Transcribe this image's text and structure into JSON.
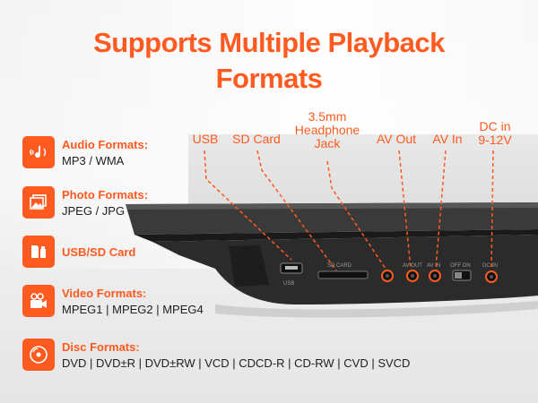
{
  "header": {
    "line1": "Supports Multiple Playback",
    "line2": "Formats"
  },
  "ports": [
    {
      "label": "USB"
    },
    {
      "label": "SD Card"
    },
    {
      "label": "3.5mm\nHeadphone\nJack"
    },
    {
      "label": "AV Out"
    },
    {
      "label": "AV In"
    },
    {
      "label": "DC in\n9-12V"
    }
  ],
  "device_text": {
    "usb": "USB",
    "sd": "SD CARD",
    "av_out": "AV OUT",
    "av_in": "AV IN",
    "off_on": "OFF ON",
    "dc": "DC 9V"
  },
  "features": [
    {
      "icon": "music-icon",
      "title": "Audio Formats:",
      "value": "MP3 / WMA"
    },
    {
      "icon": "photo-icon",
      "title": "Photo Formats:",
      "value": "JPEG / JPG"
    },
    {
      "icon": "sd-card-icon",
      "title": "USB/SD Card",
      "value": ""
    },
    {
      "icon": "video-camera-icon",
      "title": "Video Formats:",
      "value": "MPEG1 | MPEG2 | MPEG4"
    },
    {
      "icon": "disc-icon",
      "title": "Disc Formats:",
      "value": "DVD | DVD±R | DVD±RW | VCD | CDCD-R | CD-RW | CVD | SVCD"
    }
  ],
  "colors": {
    "accent": "#ff5a1f",
    "device": "#2b2b2b",
    "text": "#1e1e1e"
  }
}
